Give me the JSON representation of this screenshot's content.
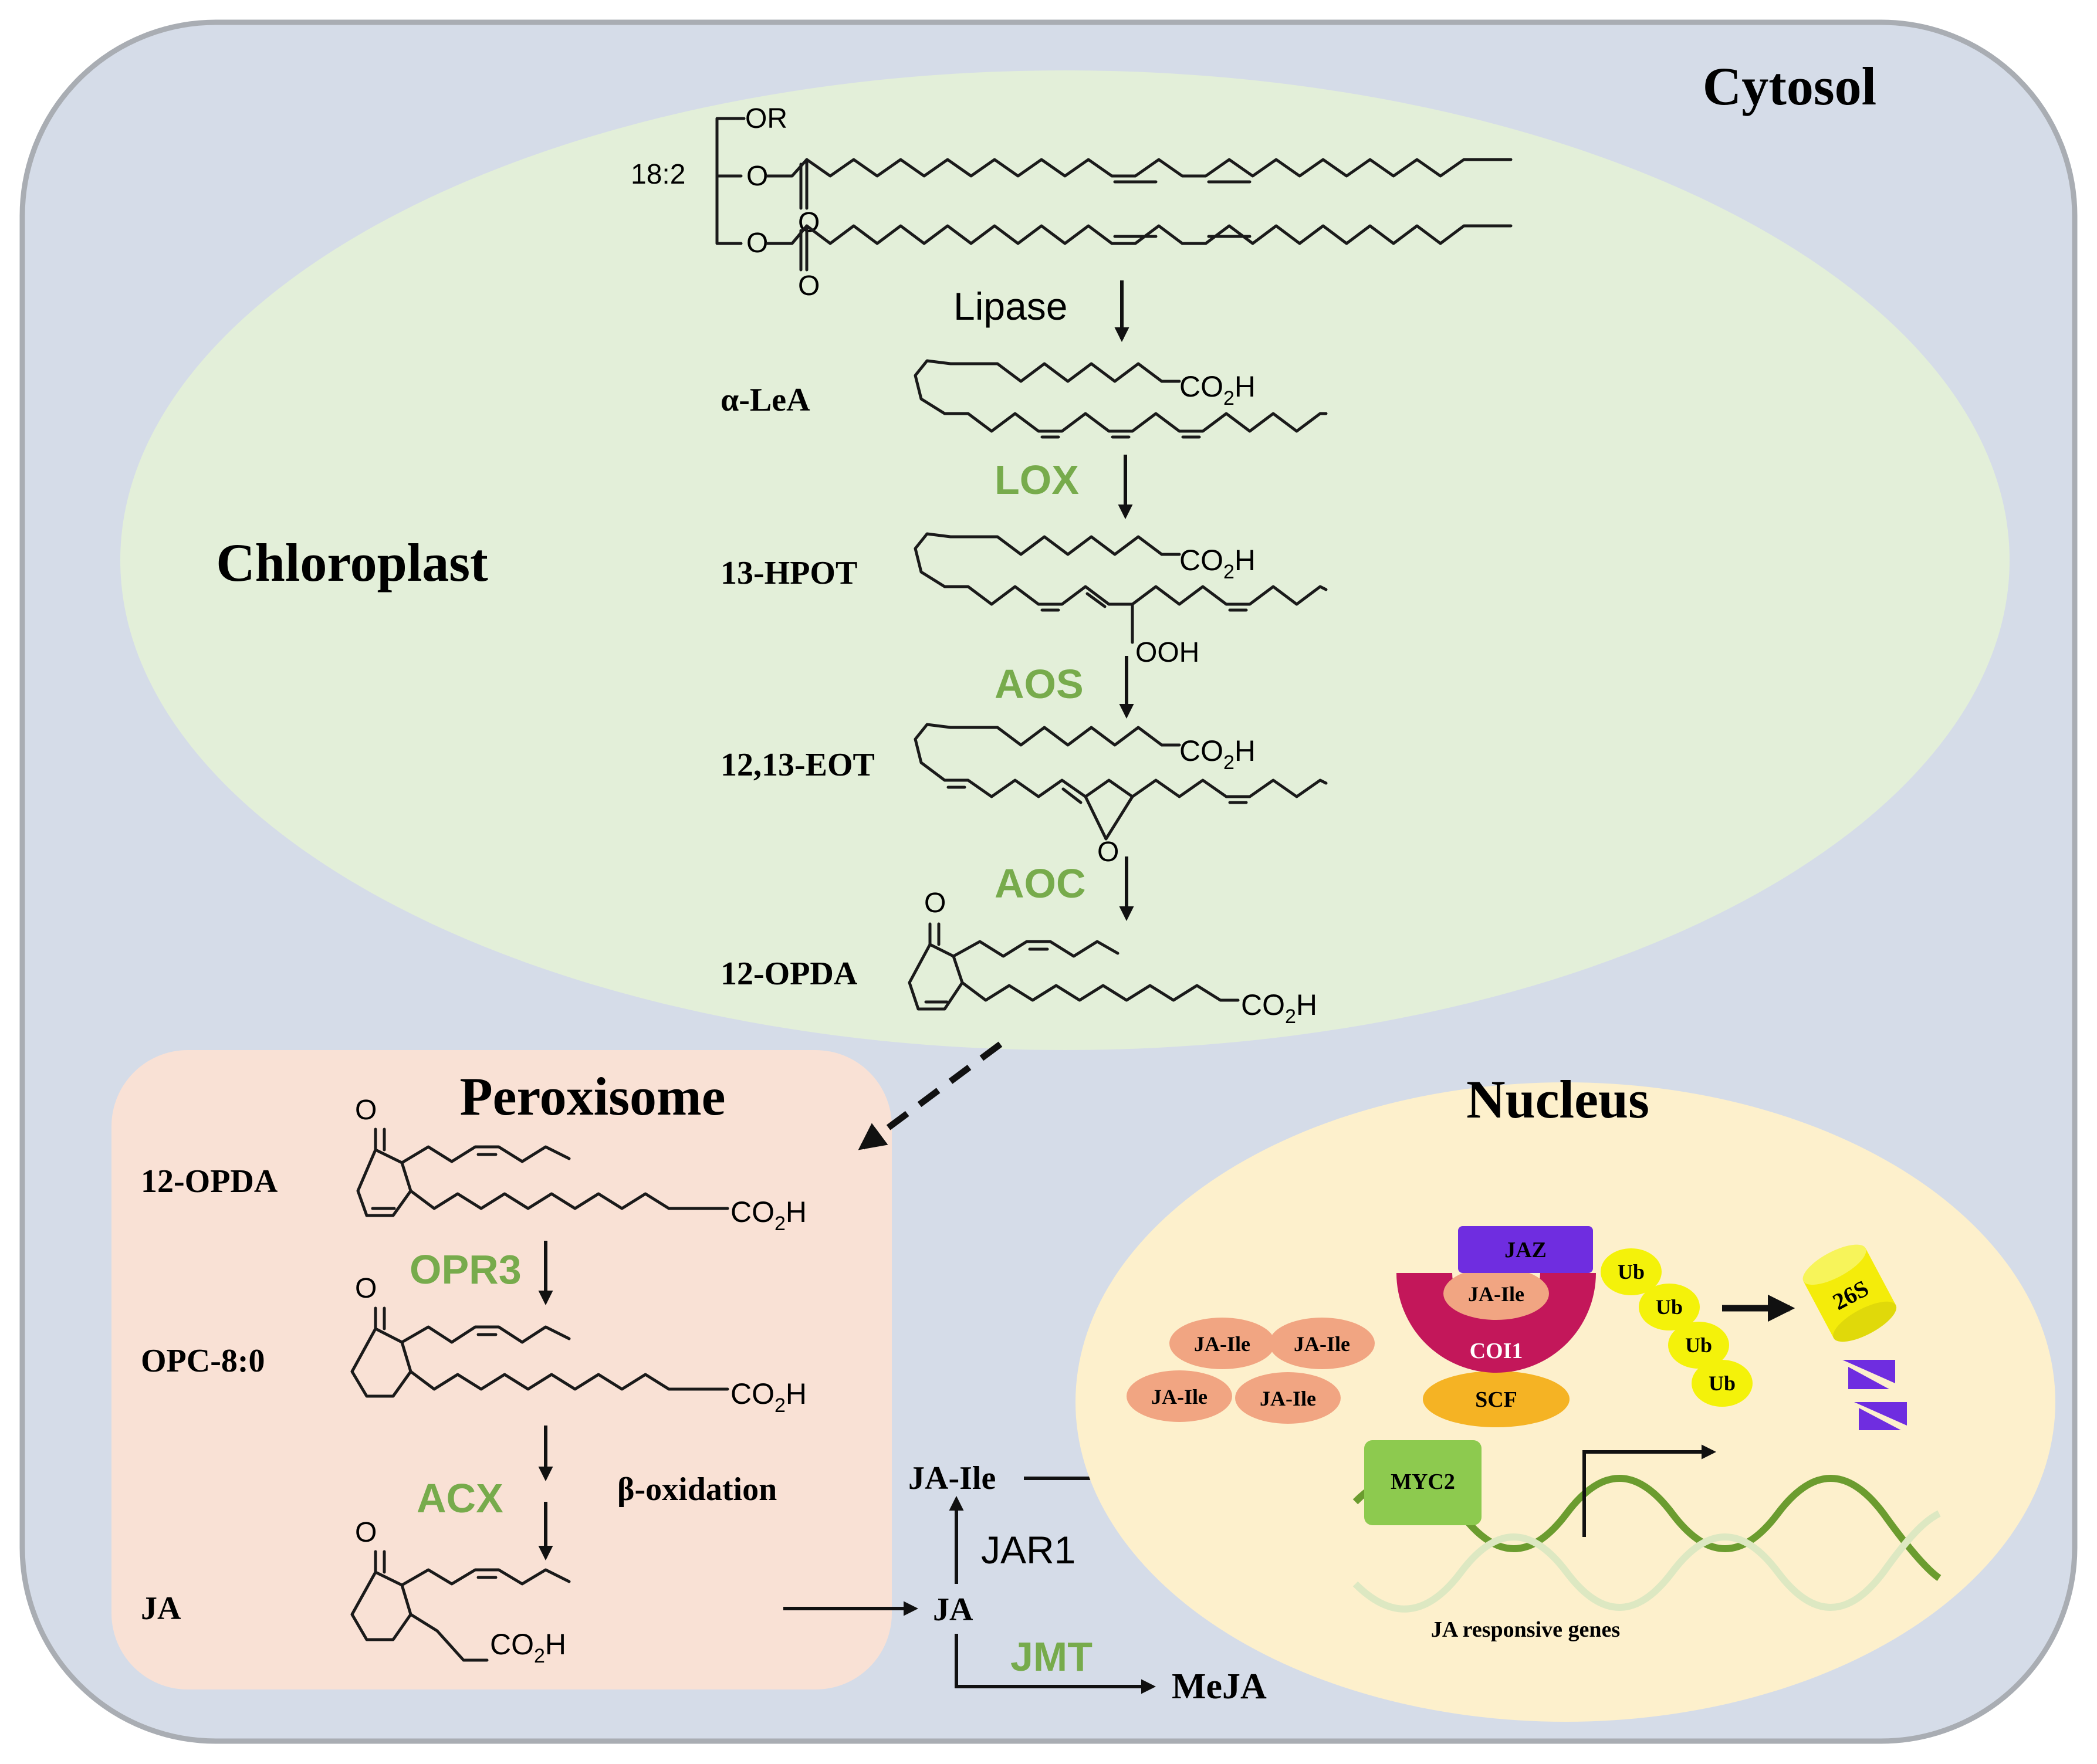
{
  "colors": {
    "cytosol_fill": "#d5dce8",
    "cytosol_stroke": "#a9adb3",
    "chloroplast_fill": "#e3efd9",
    "peroxisome_fill": "#f9e1d5",
    "nucleus_fill": "#fdf0cc",
    "enzyme_green": "#77ab4c",
    "jaz_purple": "#6f2de0",
    "coi1_crimson": "#c3175a",
    "scf_orange": "#f5b324",
    "jaile_salmon": "#f1a582",
    "ub_yellow": "#f4f20a",
    "myc2_green": "#8dca4f",
    "dna_green": "#6b9c2f"
  },
  "compartments": {
    "cytosol": "Cytosol",
    "chloroplast": "Chloroplast",
    "peroxisome": "Peroxisome",
    "nucleus": "Nucleus"
  },
  "chloroplast": {
    "lipid_label": "18:2",
    "lipid_or": "OR",
    "lipid_o1": "O",
    "lipid_o2": "O",
    "lipid_o3": "O",
    "lipid_o4": "O",
    "lipase": "Lipase",
    "alpha_lea": "α-LeA",
    "lox": "LOX",
    "hpot": "13-HPOT",
    "ooh": "OOH",
    "aos": "AOS",
    "eot": "12,13-EOT",
    "epoxide_o": "O",
    "aoc": "AOC",
    "opda": "12-OPDA",
    "keto_o": "O",
    "co2h_main": "CO",
    "co2h_sub": "2",
    "co2h_tail": "H"
  },
  "peroxisome": {
    "opda": "12-OPDA",
    "opr3": "OPR3",
    "opc": "OPC-8:0",
    "acx": "ACX",
    "beta_ox": "β-oxidation",
    "ja": "JA",
    "keto_o": "O"
  },
  "cytosol": {
    "ja": "JA",
    "jar1": "JAR1",
    "ja_ile": "JA-Ile",
    "jmt": "JMT",
    "meja": "MeJA"
  },
  "nucleus": {
    "jaz": "JAZ",
    "ja_ile": "JA-Ile",
    "coi1": "COI1",
    "scf": "SCF",
    "ub": "Ub",
    "proteasome": "26S",
    "myc2": "MYC2",
    "genes": "JA responsive genes"
  }
}
